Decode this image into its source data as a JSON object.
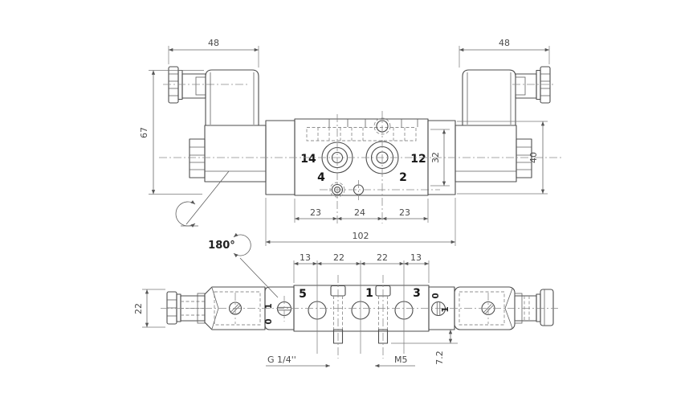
{
  "top_view": {
    "dims": {
      "coil_width_left": "48",
      "coil_width_right": "48",
      "overall_height": "67",
      "coil_height": "40",
      "body_height": "32",
      "spacing_left": "23",
      "spacing_center": "24",
      "spacing_right": "23",
      "overall_length": "102"
    },
    "ports": {
      "pilot_left": "14",
      "outlet_left": "4",
      "pilot_right": "12",
      "outlet_right": "2"
    }
  },
  "bottom_view": {
    "dims": {
      "offset_left": "13",
      "pitch_left": "22",
      "pitch_right": "22",
      "offset_right": "13",
      "body_width": "22",
      "screw_protrusion": "7.2"
    },
    "ports": {
      "exhaust_left": "5",
      "supply": "1",
      "exhaust_right": "3"
    },
    "override_left": {
      "pos_top": "1",
      "pos_bottom": "0"
    },
    "override_right": {
      "pos_top": "0",
      "pos_bottom": "1"
    },
    "threads": {
      "main_ports": "G 1/4''",
      "pilot_screws": "M5"
    }
  },
  "annotations": {
    "rotation_angle": "180°"
  }
}
